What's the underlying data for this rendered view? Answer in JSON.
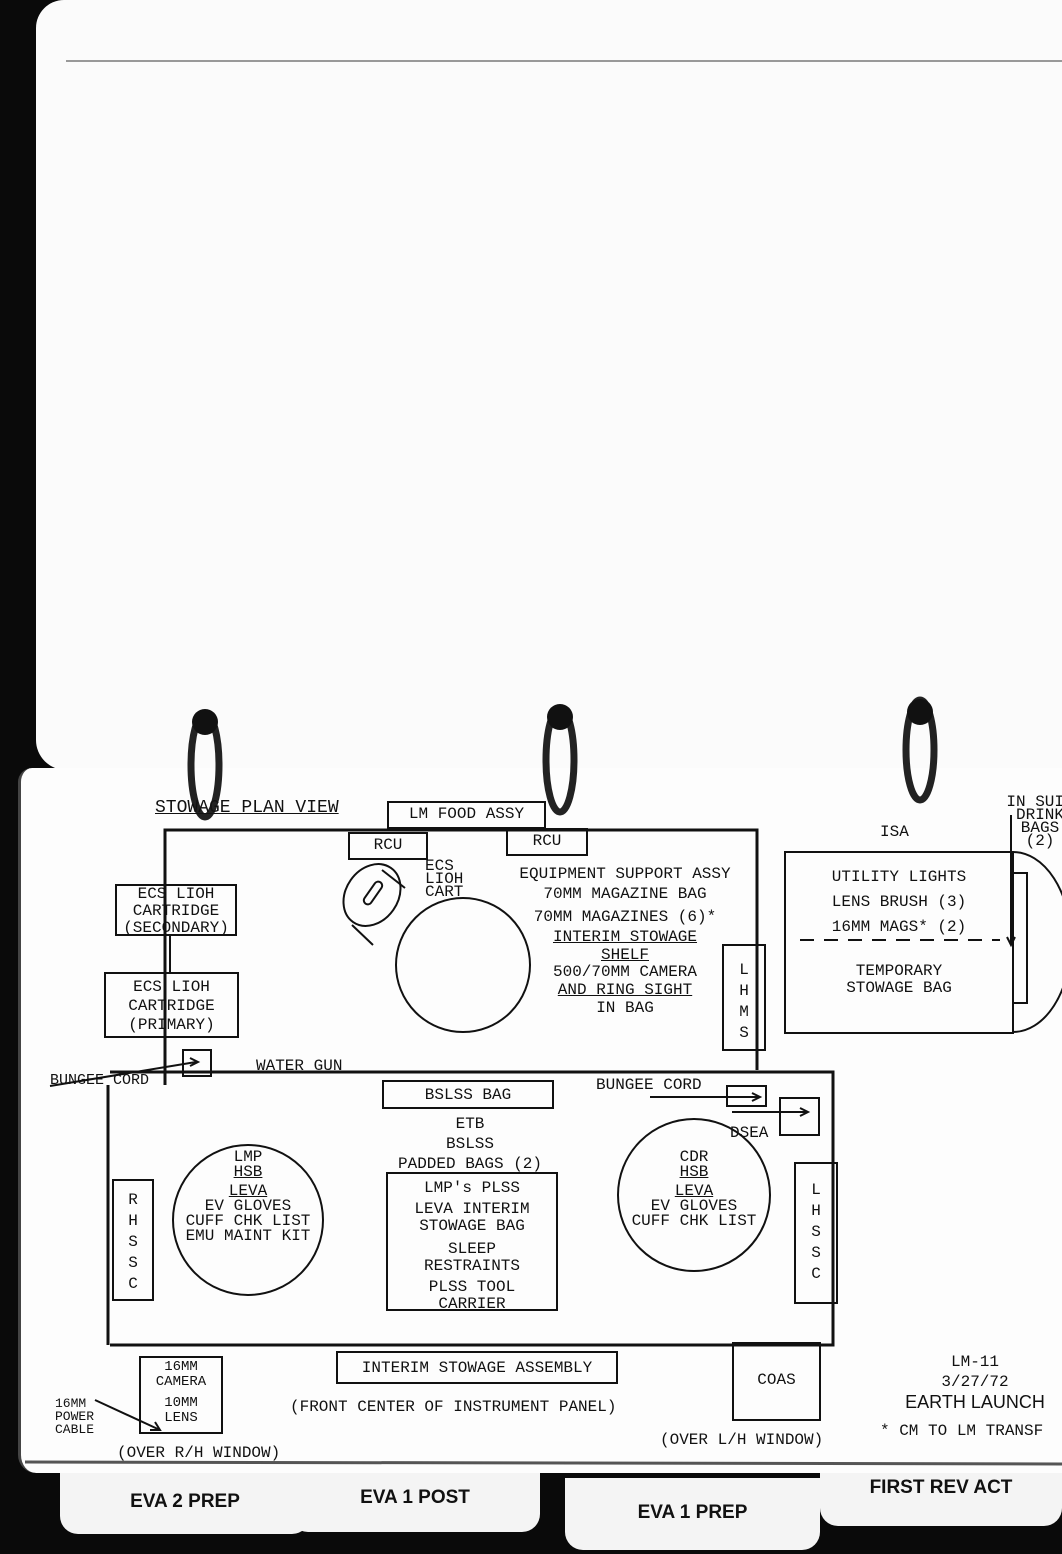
{
  "title": "STOWAGE PLAN VIEW",
  "top_labels": {
    "lm_food": "LM FOOD ASSY",
    "rcu_left": "RCU",
    "rcu_right": "RCU",
    "ecs_cart": [
      "ECS",
      "LIOH",
      "CART"
    ]
  },
  "equipment": [
    "EQUIPMENT SUPPORT ASSY",
    "70MM MAGAZINE BAG",
    "70MM MAGAZINES (6)*",
    "INTERIM STOWAGE",
    "SHELF",
    "500/70MM CAMERA",
    "AND RING SIGHT",
    "IN BAG"
  ],
  "lhms": [
    "L",
    "H",
    "M",
    "S"
  ],
  "ecs_secondary": [
    "ECS LIOH",
    "CARTRIDGE",
    "(SECONDARY)"
  ],
  "ecs_primary": [
    "ECS LIOH",
    "CARTRIDGE",
    "(PRIMARY)"
  ],
  "water_gun": "WATER GUN",
  "bungee_left": "BUNGEE CORD",
  "bungee_right": "BUNGEE CORD",
  "dsea": "DSEA",
  "bslss_bag": "BSLSS BAG",
  "center_list": [
    "ETB",
    "BSLSS",
    "PADDED BAGS (2)"
  ],
  "lmp": {
    "title": "LMP",
    "hsb": "HSB",
    "items": [
      "LEVA",
      "EV GLOVES",
      "CUFF CHK LIST",
      "EMU MAINT KIT"
    ]
  },
  "cdr": {
    "title": "CDR",
    "hsb": "HSB",
    "items": [
      "LEVA",
      "EV GLOVES",
      "CUFF CHK LIST"
    ]
  },
  "rhssc": [
    "R",
    "H",
    "S",
    "S",
    "C"
  ],
  "lhssc": [
    "L",
    "H",
    "S",
    "S",
    "C"
  ],
  "middle_box": [
    "LMP's PLSS",
    "LEVA INTERIM",
    "STOWAGE BAG",
    "SLEEP",
    "RESTRAINTS",
    "PLSS TOOL",
    "CARRIER"
  ],
  "isa": {
    "label": "ISA",
    "upper": [
      "UTILITY LIGHTS",
      "LENS BRUSH (3)",
      "16MM MAGS* (2)"
    ],
    "lower": [
      "TEMPORARY",
      "STOWAGE BAG"
    ]
  },
  "in_suit": [
    "IN SUIT",
    "DRINK",
    "BAGS",
    "(2)"
  ],
  "camera_box": [
    "16MM",
    "CAMERA",
    "10MM",
    "LENS"
  ],
  "power_cable": [
    "16MM",
    "POWER",
    "CABLE"
  ],
  "over_rh": "(OVER R/H WINDOW)",
  "isa_assembly": "INTERIM STOWAGE ASSEMBLY",
  "front_center": "(FRONT CENTER OF INSTRUMENT PANEL)",
  "coas": "COAS",
  "over_lh": "(OVER L/H WINDOW)",
  "footer": {
    "vehicle": "LM-11",
    "date": "3/27/72",
    "phase": "EARTH LAUNCH",
    "note": "* CM TO LM TRANSF"
  },
  "tabs": [
    "EVA 2 PREP",
    "EVA 1 POST",
    "EVA 1 PREP",
    "FIRST REV ACT"
  ]
}
